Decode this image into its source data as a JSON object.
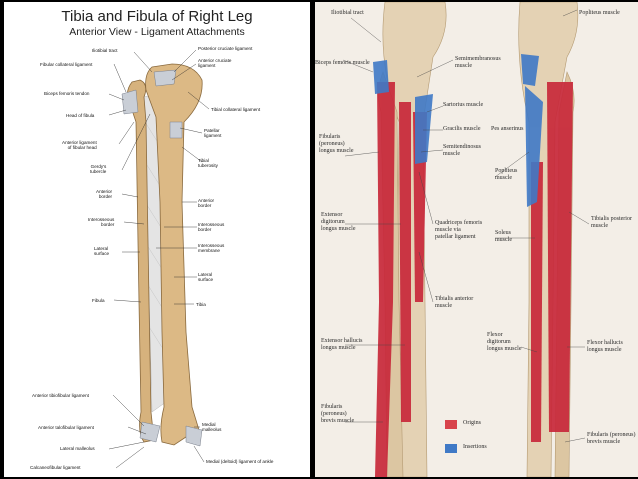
{
  "left_panel": {
    "title": "Tibia and Fibula of Right Leg",
    "subtitle": "Anterior View - Ligament Attachments",
    "labels": {
      "iliotibial": "Iliotibial tract",
      "post_cruciate": "Posterior cruciate ligament",
      "ant_cruciate": "Anterior cruciate\nligament",
      "fib_coll": "Fibular collateral ligament",
      "tib_coll": "Tibial collateral ligament",
      "biceps": "Biceps femoris tendon",
      "head_fib": "Head of fibula",
      "patellar": "Patellar\nligament",
      "ant_lig_fib": "Anterior ligament\nof fibular head",
      "gerdy": "Gerdy's\ntubercle",
      "tib_tub": "Tibial\ntuberosity",
      "ant_border_l": "Anterior\nborder",
      "ant_border_r": "Anterior\nborder",
      "interosseous_border_l": "Interosseous\nborder",
      "interosseous_border_r": "Interosseous\nborder",
      "interosseous_membrane": "Interosseous\nmembrane",
      "lat_surface_l": "Lateral\nsurface",
      "lat_surface_r": "Lateral\nsurface",
      "fibula": "Fibula",
      "tibia": "Tibia",
      "ant_tibiofib": "Anterior tibiofibular ligament",
      "ant_talofib": "Anterior talofibular ligament",
      "med_mall": "Medial\nmalleolus",
      "lat_mall": "Lateral malleolus",
      "calcaneofib": "Calcaneofibular ligament",
      "deltoid": "Medial (deltoid) ligament of ankle"
    }
  },
  "right_panel": {
    "labels": {
      "iliotibial": "Iliotibial tract",
      "biceps": "Biceps femoris muscle",
      "semimem": "Semimembranosus\nmuscle",
      "sartorius": "Sartorius muscle",
      "gracilis": "Gracilis muscle",
      "semitend": "Semitendinosus\nmuscle",
      "pes": "Pes anserinus",
      "popliteus_top": "Popliteus muscle",
      "popliteus": "Popliteus\nmuscle",
      "fib_longus": "Fibularis\n(peroneus)\nlongus muscle",
      "ext_dig": "Extensor\ndigitorum\nlongus muscle",
      "quad": "Quadriceps femoris\nmuscle via\npatellar ligament",
      "soleus": "Soleus\nmuscle",
      "tib_post": "Tibialis posterior\nmuscle",
      "tib_ant": "Tibialis anterior\nmuscle",
      "ext_hall": "Extensor hallucis\nlongus muscle",
      "flex_dig": "Flexor\ndigitorum\nlongus muscle",
      "flex_hall": "Flexor hallucis\nlongus muscle",
      "fib_brevis_l": "Fibularis\n(peroneus)\nbrevis muscle",
      "fib_brevis_r": "Fibularis (peroneus)\nbrevis muscle"
    },
    "legend": [
      {
        "label": "Origins",
        "color": "#d8434b"
      },
      {
        "label": "Insertions",
        "color": "#3f79c6"
      }
    ]
  }
}
